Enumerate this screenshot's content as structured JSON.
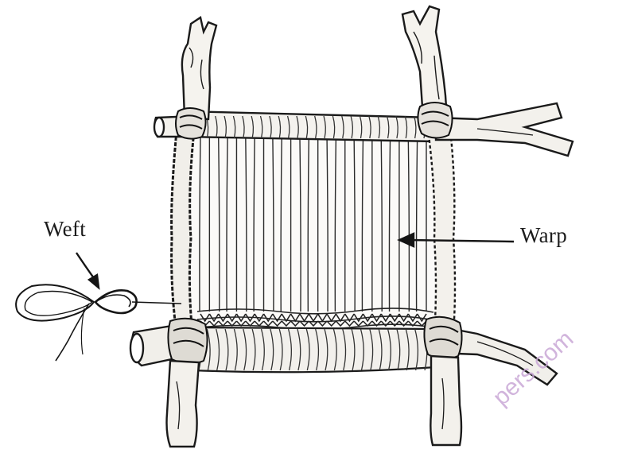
{
  "labels": {
    "weft": "Weft",
    "warp": "Warp"
  },
  "watermark": {
    "text": "pers.com",
    "color": "#c9a8d6"
  },
  "colors": {
    "ink": "#1c1c1c",
    "background": "#ffffff"
  },
  "diagram": {
    "warp_thread_count": 26
  }
}
